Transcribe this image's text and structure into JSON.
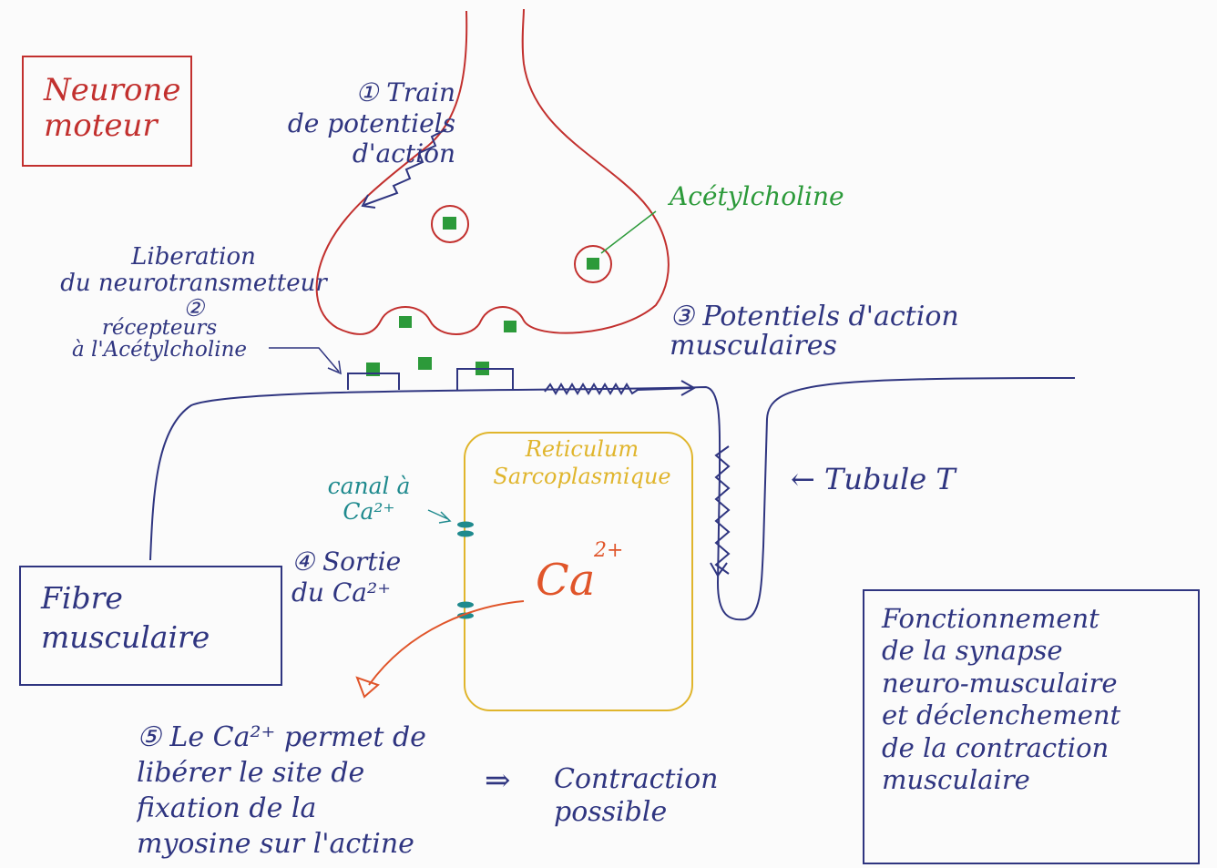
{
  "labels": {
    "neurone_moteur": "Neurone\nmoteur",
    "step1": "① Train\nde potentiels\nd'action",
    "acetylcholine": "Acétylcholine",
    "step2": "Liberation\ndu neurotransmetteur ②",
    "recepteurs": "récepteurs\nà l'Acétylcholine",
    "step3": "③ Potentiels d'action\nmusculaires",
    "reticulum": "Reticulum\nSarcoplasmique",
    "tubule_t": "← Tubule T",
    "canal": "canal à\nCa²⁺",
    "step4": "④ Sortie\ndu Ca²⁺",
    "ca_ion": "Ca",
    "ca_charge": "2+",
    "fibre_musculaire": "Fibre\nmusculaire",
    "step5": "⑤ Le Ca²⁺ permet de\nlibérer le site de\nfixation de la\nmyosine sur l'actine",
    "arrow_implies": "⇒",
    "contraction": "Contraction\npossible",
    "titre": "Fonctionnement\nde la synapse\nneuro-musculaire\net déclenchement\nde la contraction\nmusculaire"
  },
  "colors": {
    "neuron": "#c2302e",
    "muscle": "#2f3580",
    "acetylcholine": "#2c9a3a",
    "channel": "#1f8a8e",
    "reticulum": "#e0b52c",
    "calcium": "#e0552a"
  }
}
